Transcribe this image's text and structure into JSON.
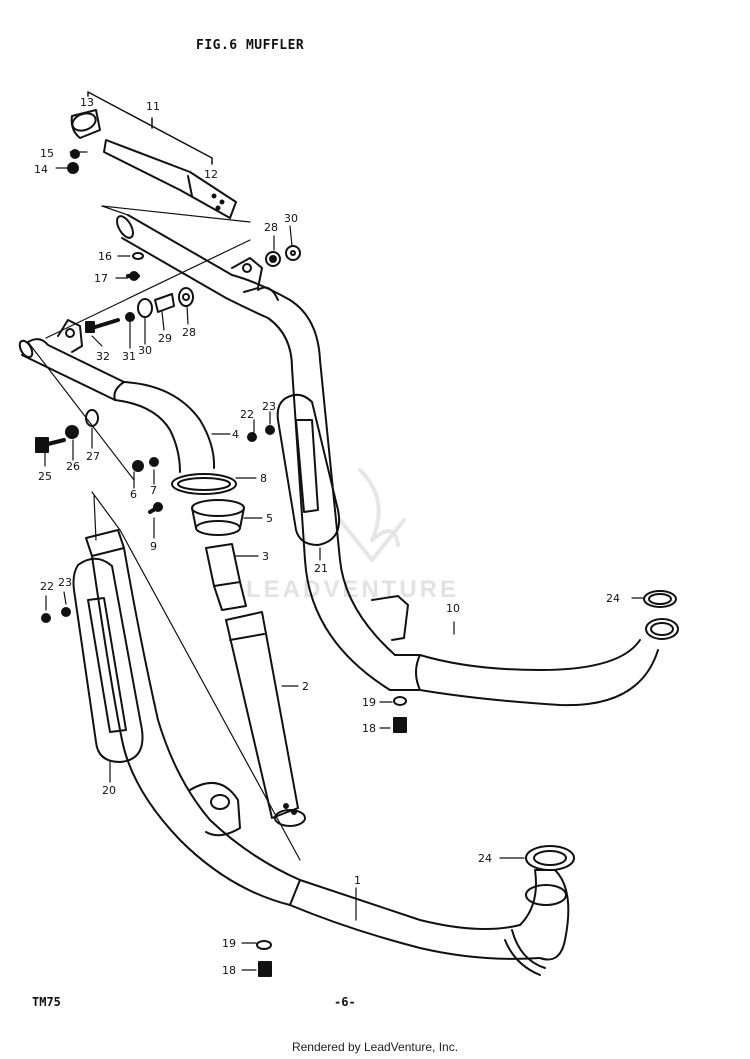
{
  "title": "FIG.6 MUFFLER",
  "model": "TM75",
  "page_number": "-6-",
  "footer": "Rendered by LeadVenture, Inc.",
  "watermark": "LEADVENTURE",
  "callouts": [
    {
      "id": "c13",
      "text": "13"
    },
    {
      "id": "c11",
      "text": "11"
    },
    {
      "id": "c12",
      "text": "12"
    },
    {
      "id": "c15",
      "text": "15"
    },
    {
      "id": "c14",
      "text": "14"
    },
    {
      "id": "c28a",
      "text": "28"
    },
    {
      "id": "c30a",
      "text": "30"
    },
    {
      "id": "c16",
      "text": "16"
    },
    {
      "id": "c17",
      "text": "17"
    },
    {
      "id": "c32",
      "text": "32"
    },
    {
      "id": "c31",
      "text": "31"
    },
    {
      "id": "c30b",
      "text": "30"
    },
    {
      "id": "c29",
      "text": "29"
    },
    {
      "id": "c28b",
      "text": "28"
    },
    {
      "id": "c22a",
      "text": "22"
    },
    {
      "id": "c23a",
      "text": "23"
    },
    {
      "id": "c4",
      "text": "4"
    },
    {
      "id": "c25",
      "text": "25"
    },
    {
      "id": "c26",
      "text": "26"
    },
    {
      "id": "c27",
      "text": "27"
    },
    {
      "id": "c6",
      "text": "6"
    },
    {
      "id": "c7",
      "text": "7"
    },
    {
      "id": "c8",
      "text": "8"
    },
    {
      "id": "c5",
      "text": "5"
    },
    {
      "id": "c9",
      "text": "9"
    },
    {
      "id": "c3",
      "text": "3"
    },
    {
      "id": "c21",
      "text": "21"
    },
    {
      "id": "c22b",
      "text": "22"
    },
    {
      "id": "c23b",
      "text": "23"
    },
    {
      "id": "c10",
      "text": "10"
    },
    {
      "id": "c24a",
      "text": "24"
    },
    {
      "id": "c2",
      "text": "2"
    },
    {
      "id": "c19a",
      "text": "19"
    },
    {
      "id": "c18a",
      "text": "18"
    },
    {
      "id": "c20",
      "text": "20"
    },
    {
      "id": "c24b",
      "text": "24"
    },
    {
      "id": "c1",
      "text": "1"
    },
    {
      "id": "c19b",
      "text": "19"
    },
    {
      "id": "c18b",
      "text": "18"
    }
  ]
}
